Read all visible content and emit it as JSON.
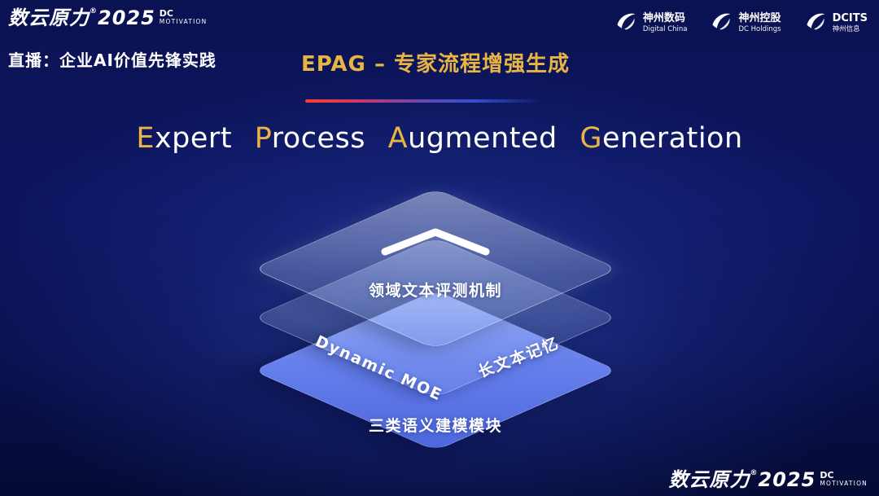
{
  "colors": {
    "gold": "#e8b545",
    "layer_blue": "#5c77e8",
    "background_deep": "#060b38",
    "white": "#ffffff"
  },
  "brand": {
    "name": "数云原力",
    "reg": "®",
    "year": "2025",
    "dc": "DC",
    "motivation": "MOTIVATION"
  },
  "live_tag": "直播：企业AI价值先锋实践",
  "partners": [
    {
      "icon": "digital-china-swoosh-icon",
      "line1": "神州数码",
      "line2": "Digital China"
    },
    {
      "icon": "dc-holdings-swoosh-icon",
      "line1": "神州控股",
      "line2": "DC Holdings"
    },
    {
      "icon": "dcits-swoosh-icon",
      "line1": "DCITS",
      "line2": "神州信息"
    }
  ],
  "slide": {
    "title": "EPAG – 专家流程增强生成",
    "heading_words": [
      {
        "initial": "E",
        "rest": "xpert"
      },
      {
        "initial": "P",
        "rest": "rocess"
      },
      {
        "initial": "A",
        "rest": "ugmented"
      },
      {
        "initial": "G",
        "rest": "eneration"
      }
    ]
  },
  "diagram": {
    "top_layer": {
      "icon": "chevron-up-icon",
      "label": "领域文本评测机制"
    },
    "middle_layer": {
      "left_label": "Dynamic MOE",
      "right_label": "长文本记忆"
    },
    "bottom_layer": {
      "label": "三类语义建模模块"
    }
  }
}
